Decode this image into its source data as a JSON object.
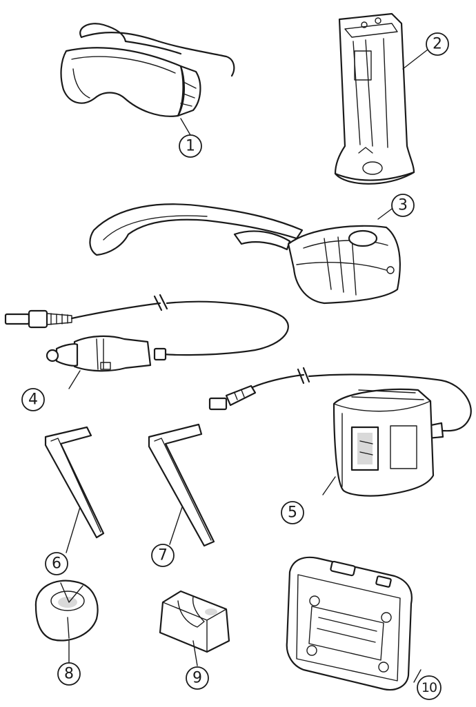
{
  "items": [
    {
      "id": "safety-glasses",
      "label": "1"
    },
    {
      "id": "battery-pack",
      "label": "2"
    },
    {
      "id": "battery-holder",
      "label": "3"
    },
    {
      "id": "car-charger",
      "label": "4"
    },
    {
      "id": "ac-adapter",
      "label": "5"
    },
    {
      "id": "hex-key-small",
      "label": "6"
    },
    {
      "id": "hex-key-large",
      "label": "7"
    },
    {
      "id": "round-spacer",
      "label": "8"
    },
    {
      "id": "block-spacer",
      "label": "9"
    },
    {
      "id": "carrying-case",
      "label": "10"
    }
  ],
  "colors": {
    "line": "#1a1a1a",
    "background": "#ffffff",
    "shade": "#d9d9d9"
  }
}
